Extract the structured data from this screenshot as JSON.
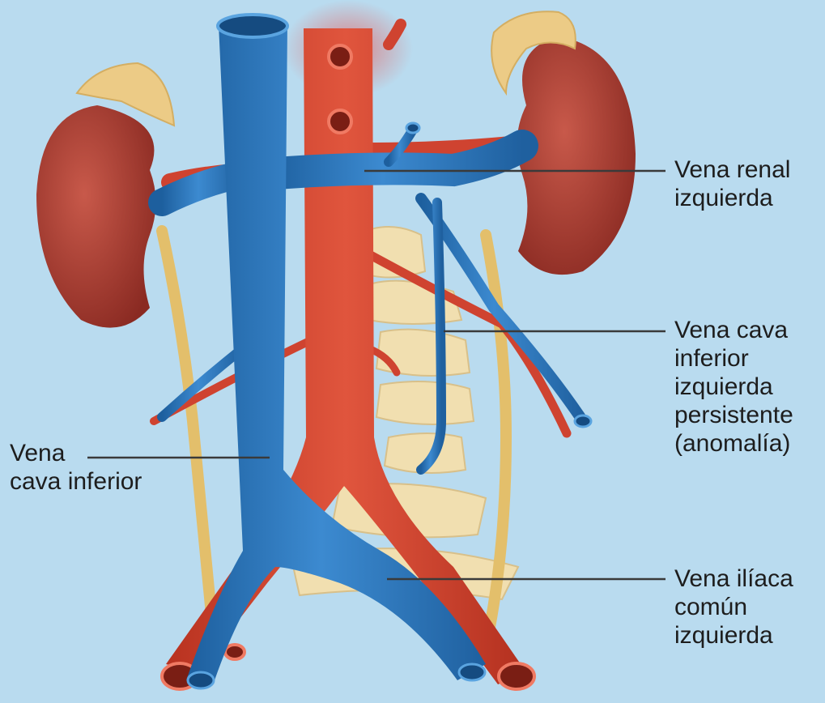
{
  "colors": {
    "background": "#b9dbef",
    "vein": "#2f7bc0",
    "artery": "#d2412e",
    "ureter": "#e8c676",
    "kidney": "#a8372c",
    "adrenal": "#eccb86",
    "bone": "#f1dfb0",
    "leader": "#3a3a3a"
  },
  "labels": [
    {
      "id": "vena-renal-izquierda",
      "lines": [
        "Vena renal",
        "izquierda"
      ]
    },
    {
      "id": "vena-cava-inferior-izquierda-persistente",
      "lines": [
        "Vena cava",
        "inferior",
        "izquierda",
        "persistente",
        "(anomalía)"
      ]
    },
    {
      "id": "vena-iliaca-comun-izquierda",
      "lines": [
        "Vena ilíaca",
        "común",
        "izquierda"
      ]
    },
    {
      "id": "vena-cava-inferior",
      "lines": [
        "Vena",
        "cava inferior"
      ]
    }
  ]
}
